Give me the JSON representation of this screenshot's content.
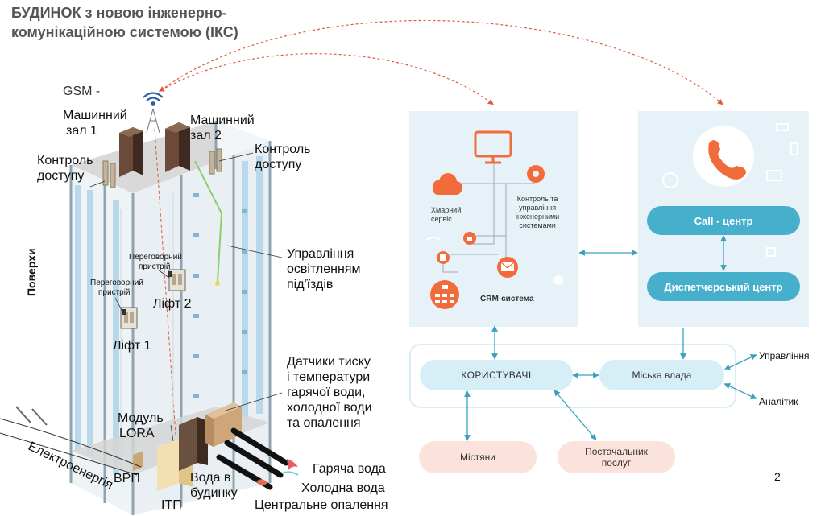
{
  "title": {
    "line1": "БУДИНОК з новою інженерно-",
    "line2": "комунікаційною системою (ІКС)"
  },
  "building": {
    "gsm": "GSM -",
    "machine_room_1": [
      "Машинний",
      "зал 1"
    ],
    "machine_room_2": [
      "Машинний",
      "зал 2"
    ],
    "access_control_left": [
      "Контроль",
      "доступу"
    ],
    "access_control_right": [
      "Контроль",
      "доступу"
    ],
    "floors": "Поверхи",
    "intercom_1": [
      "Переговорний",
      "пристрій"
    ],
    "intercom_2": [
      "Переговорний",
      "пристрій"
    ],
    "lift_1": "Ліфт 1",
    "lift_2": "Ліфт 2",
    "lighting": [
      "Управління",
      "освітленням",
      "під'їздів"
    ],
    "sensors": [
      "Датчики тиску",
      "і температури",
      "гарячої води,",
      "холодної води",
      "та опалення"
    ],
    "lora": [
      "Модуль",
      "LORA"
    ],
    "electricity": "Електроенергія",
    "vrp": "ВРП",
    "itp": "ІТП",
    "water_in": [
      "Вода в",
      "будинку"
    ],
    "hot_water": "Гаряча вода",
    "cold_water": "Холодна вода",
    "central_heating": "Центральне опалення"
  },
  "crm_panel": {
    "cloud": [
      "Хмарний",
      "сервіс"
    ],
    "control": [
      "Контроль та",
      "управління",
      "інженерними",
      "системами"
    ],
    "crm": "CRM-система"
  },
  "call_panel": {
    "call_center": "Call - центр",
    "dispatch": "Диспетчерський центр"
  },
  "bottom": {
    "users": "КОРИСТУВАЧІ",
    "city": "Міська влада",
    "management": "Управління",
    "analyst": "Аналітик",
    "residents": "Містяни",
    "provider": [
      "Постачальник",
      "послуг"
    ]
  },
  "page_number": "2",
  "colors": {
    "accent": "#46b0cc",
    "orange": "#f26b3a",
    "panel": "#e6f2f8",
    "peach": "#fbe3dc"
  }
}
